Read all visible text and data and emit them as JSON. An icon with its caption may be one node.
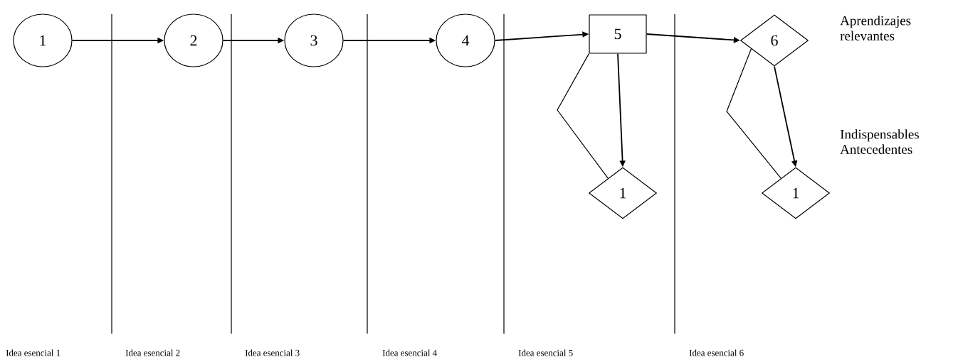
{
  "diagram": {
    "nodes": [
      {
        "text": [
          "1"
        ]
      },
      {
        "text": [
          "2"
        ]
      },
      {
        "text": [
          "3"
        ]
      },
      {
        "text": [
          "4"
        ]
      },
      {
        "text": [
          "5"
        ]
      },
      {
        "text": [
          "6"
        ]
      },
      {
        "text": [
          "1"
        ]
      },
      {
        "text": [
          "1"
        ]
      }
    ],
    "edges": [
      {
        "from": 0,
        "to": 1,
        "arrow": "to"
      },
      {
        "from": 1,
        "to": 2,
        "arrow": "to"
      },
      {
        "from": 2,
        "to": 3,
        "arrow": "to"
      },
      {
        "from": 3,
        "to": 4,
        "arrow": "to"
      },
      {
        "from": 4,
        "to": 5,
        "arrow": "to"
      },
      {
        "from": 4,
        "to": 6,
        "arrow": "to"
      },
      {
        "from": 4,
        "to": 6,
        "arrow": "none"
      },
      {
        "from": 5,
        "to": 7,
        "arrow": "to"
      },
      {
        "from": 5,
        "to": 7,
        "arrow": "none"
      }
    ],
    "labels": [
      "Aprendizajes relevantes",
      "Indispensables Antecedentes",
      "Idea esencial 1",
      "Idea esencial 2",
      "Idea esencial 3",
      "Idea esencial 4",
      "Idea esencial 5",
      "Idea esencial 6"
    ]
  }
}
